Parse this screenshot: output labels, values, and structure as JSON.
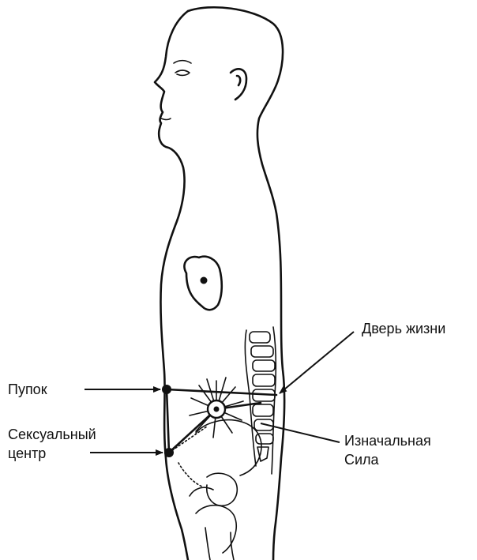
{
  "labels": {
    "door_of_life": "Дверь жизни",
    "navel": "Пупок",
    "sexual_center_line1": "Сексуальный",
    "sexual_center_line2": "центр",
    "original_force_line1": "Изначальная",
    "original_force_line2": "Сила"
  }
}
